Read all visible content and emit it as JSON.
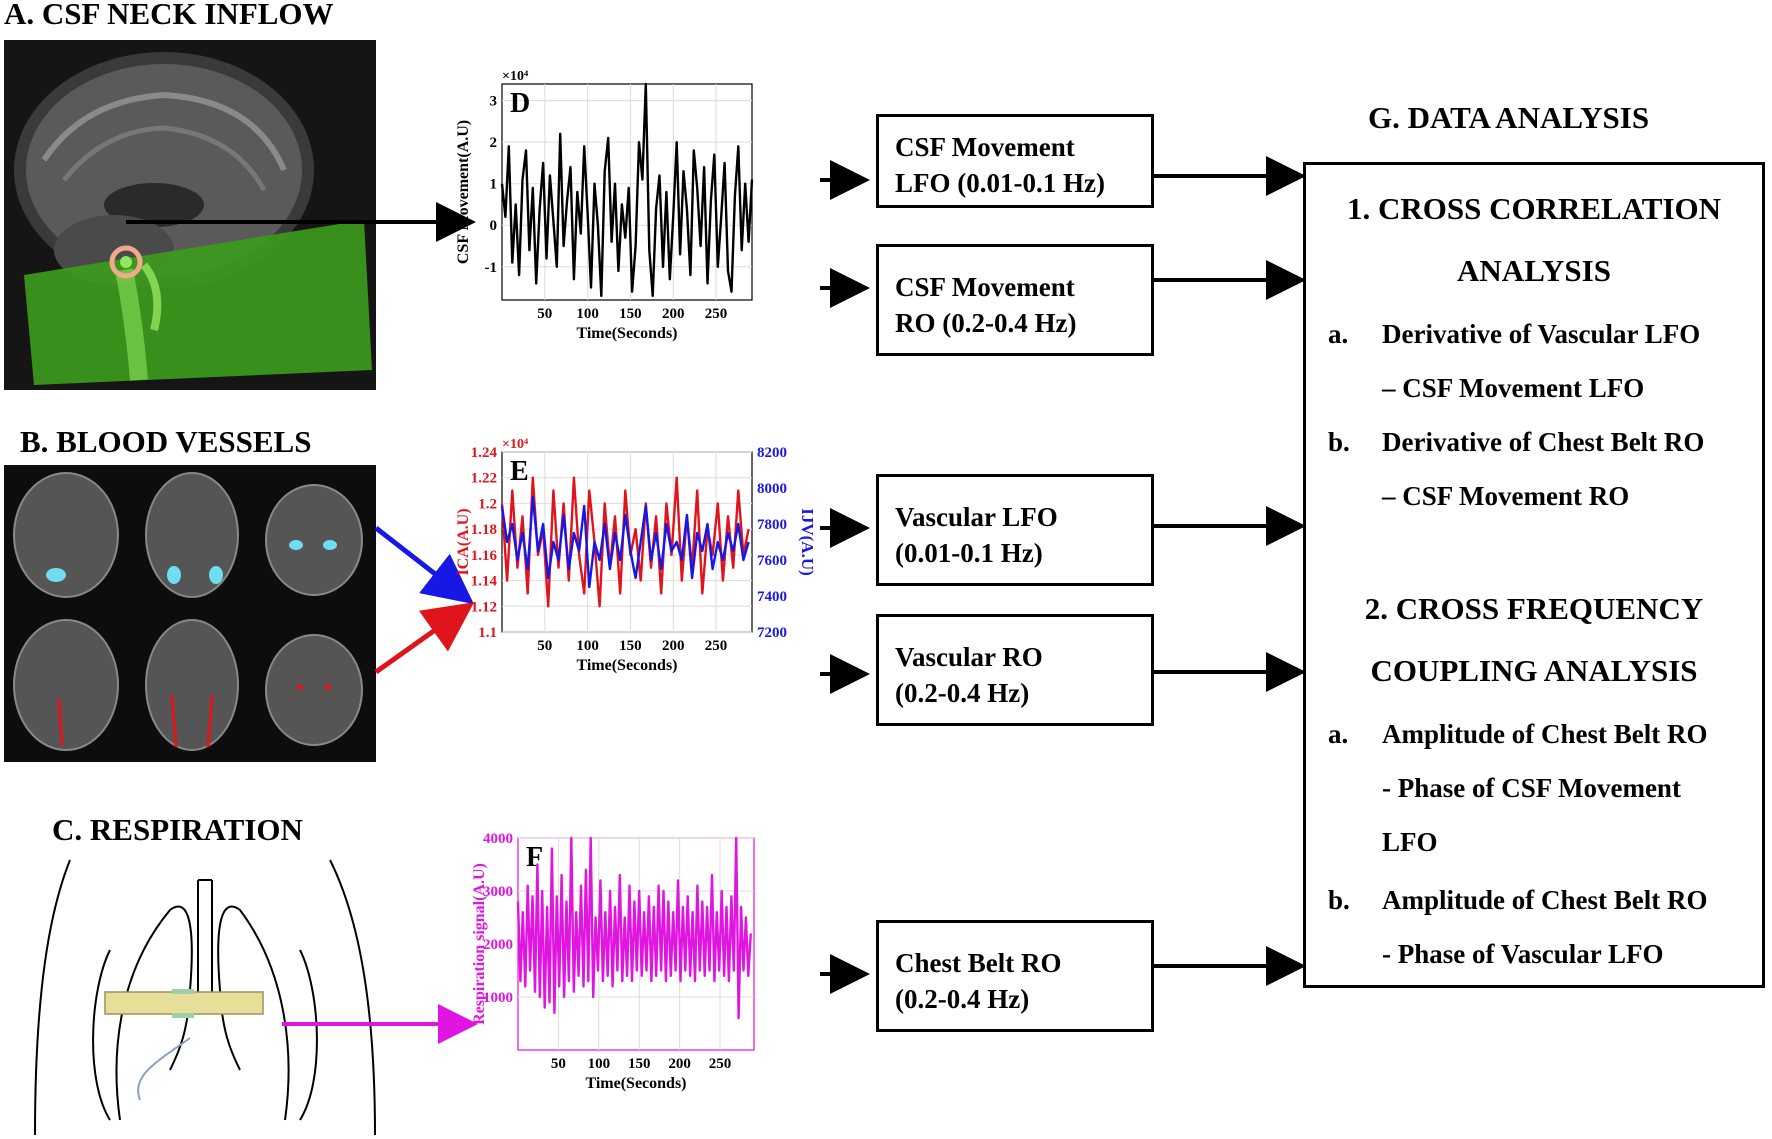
{
  "sections": {
    "a": "A. CSF NECK INFLOW",
    "b": "B. BLOOD VESSELS",
    "c": "C. RESPIRATION",
    "g": "G. DATA ANALYSIS"
  },
  "boxes": {
    "csf_lfo": [
      "CSF Movement",
      "LFO (0.01-0.1 Hz)"
    ],
    "csf_ro": [
      "CSF Movement",
      "RO (0.2-0.4 Hz)"
    ],
    "vasc_lfo": [
      "Vascular LFO",
      "(0.01-0.1 Hz)"
    ],
    "vasc_ro": [
      "Vascular RO",
      " (0.2-0.4 Hz)"
    ],
    "chest": [
      "Chest Belt RO",
      "(0.2-0.4 Hz)"
    ]
  },
  "analysis": {
    "h1a": "1. CROSS CORRELATION",
    "h1b": "ANALYSIS",
    "a1_marker": "a.",
    "a1_line1": "Derivative of Vascular LFO",
    "a1_line2": "– CSF Movement LFO",
    "b1_marker": "b.",
    "b1_line1": "Derivative of Chest Belt RO",
    "b1_line2": "– CSF Movement RO",
    "h2a": "2. CROSS FREQUENCY",
    "h2b": "COUPLING ANALYSIS",
    "a2_marker": "a.",
    "a2_line1": "Amplitude of Chest Belt RO",
    "a2_line2": "- Phase of CSF Movement",
    "a2_line3": "LFO",
    "b2_marker": "b.",
    "b2_line1": "Amplitude of Chest Belt RO",
    "b2_line2": "- Phase of Vascular LFO"
  },
  "colors": {
    "ica": "#e0141b",
    "ijv": "#1717e6",
    "resp": "#e015e0",
    "mri_green": "#3d9a1c",
    "belt": "#e6df9a"
  },
  "chart_data": [
    {
      "id": "D",
      "type": "line",
      "panel_label": "D",
      "ylabel": "CSF Movement(A.U)",
      "xlabel": "Time(Seconds)",
      "exponent": "×10⁴",
      "xlim": [
        0,
        292
      ],
      "ylim": [
        -1.8,
        3.4
      ],
      "xticks": [
        50,
        100,
        150,
        200,
        250
      ],
      "yticks": [
        -1,
        0,
        1,
        2,
        3
      ],
      "series": [
        {
          "color": "#000000",
          "x": [
            0,
            4,
            8,
            12,
            16,
            20,
            24,
            28,
            32,
            36,
            40,
            44,
            48,
            52,
            56,
            60,
            64,
            68,
            72,
            76,
            80,
            84,
            88,
            92,
            96,
            100,
            104,
            108,
            112,
            116,
            120,
            124,
            128,
            132,
            136,
            140,
            144,
            148,
            152,
            156,
            160,
            164,
            168,
            172,
            176,
            180,
            184,
            188,
            192,
            196,
            200,
            204,
            208,
            212,
            216,
            220,
            224,
            228,
            232,
            236,
            240,
            244,
            248,
            252,
            256,
            260,
            264,
            268,
            272,
            276,
            280,
            284,
            288,
            292
          ],
          "values": [
            1.0,
            0.2,
            1.9,
            -0.9,
            0.5,
            -1.2,
            1.1,
            1.8,
            -0.6,
            0.9,
            -1.4,
            0.4,
            1.5,
            -0.8,
            1.2,
            0.1,
            -1.0,
            2.2,
            -0.5,
            0.6,
            1.4,
            -1.3,
            0.8,
            -0.2,
            1.9,
            0.3,
            -1.5,
            1.0,
            0.0,
            -1.7,
            1.3,
            2.1,
            -0.4,
            1.0,
            -1.1,
            0.5,
            -0.3,
            0.9,
            -1.6,
            -0.5,
            2.0,
            1.1,
            3.4,
            -0.6,
            -1.7,
            0.4,
            1.2,
            -1.0,
            0.8,
            -1.3,
            0.2,
            2.0,
            -0.7,
            1.3,
            0.4,
            -1.2,
            1.8,
            0.9,
            -0.5,
            1.4,
            -1.4,
            0.6,
            1.7,
            -1.0,
            0.2,
            1.5,
            -1.1,
            -1.6,
            0.7,
            1.9,
            -0.6,
            1.0,
            -0.4,
            1.1
          ]
        }
      ]
    },
    {
      "id": "E",
      "type": "line",
      "panel_label": "E",
      "ylabel": "ICA(A.U)",
      "ylabel_right": "IJV(A.U)",
      "xlabel": "Time(Seconds)",
      "exponent": "×10⁴",
      "xlim": [
        0,
        292
      ],
      "ylim": [
        1.1,
        1.24
      ],
      "ylim_right": [
        7200,
        8200
      ],
      "xticks": [
        50,
        100,
        150,
        200,
        250
      ],
      "yticks": [
        1.1,
        1.12,
        1.14,
        1.16,
        1.18,
        1.2,
        1.22,
        1.24
      ],
      "yticks_right": [
        7200,
        7400,
        7600,
        7800,
        8000,
        8200
      ],
      "series": [
        {
          "name": "ICA",
          "color": "#e0141b",
          "x": [
            0,
            6,
            12,
            18,
            24,
            30,
            36,
            42,
            48,
            54,
            60,
            66,
            72,
            78,
            84,
            90,
            96,
            102,
            108,
            114,
            120,
            126,
            132,
            138,
            144,
            150,
            156,
            162,
            168,
            174,
            180,
            186,
            192,
            198,
            204,
            210,
            216,
            222,
            228,
            234,
            240,
            246,
            252,
            258,
            264,
            270,
            276,
            282,
            288
          ],
          "values": [
            1.2,
            1.14,
            1.21,
            1.15,
            1.19,
            1.13,
            1.22,
            1.16,
            1.18,
            1.12,
            1.21,
            1.15,
            1.2,
            1.14,
            1.22,
            1.16,
            1.13,
            1.21,
            1.17,
            1.12,
            1.2,
            1.15,
            1.19,
            1.13,
            1.21,
            1.16,
            1.18,
            1.14,
            1.2,
            1.15,
            1.19,
            1.13,
            1.2,
            1.16,
            1.22,
            1.14,
            1.19,
            1.15,
            1.21,
            1.13,
            1.18,
            1.16,
            1.2,
            1.14,
            1.19,
            1.15,
            1.21,
            1.16,
            1.18
          ]
        },
        {
          "name": "IJV",
          "color": "#1717e6",
          "x": [
            0,
            6,
            12,
            18,
            24,
            30,
            36,
            42,
            48,
            54,
            60,
            66,
            72,
            78,
            84,
            90,
            96,
            102,
            108,
            114,
            120,
            126,
            132,
            138,
            144,
            150,
            156,
            162,
            168,
            174,
            180,
            186,
            192,
            198,
            204,
            210,
            216,
            222,
            228,
            234,
            240,
            246,
            252,
            258,
            264,
            270,
            276,
            282,
            288
          ],
          "values": [
            7900,
            7700,
            7800,
            7600,
            7750,
            7550,
            7950,
            7650,
            7800,
            7500,
            7700,
            7600,
            7850,
            7550,
            7750,
            7650,
            7900,
            7450,
            7700,
            7600,
            7800,
            7550,
            7750,
            7600,
            7850,
            7650,
            7500,
            7700,
            7900,
            7600,
            7750,
            7550,
            7800,
            7650,
            7700,
            7600,
            7850,
            7500,
            7750,
            7650,
            7800,
            7550,
            7700,
            7600,
            7750,
            7650,
            7800,
            7600,
            7700
          ]
        }
      ]
    },
    {
      "id": "F",
      "type": "line",
      "panel_label": "F",
      "ylabel": "Respiration signal(A.U)",
      "xlabel": "Time(Seconds)",
      "xlim": [
        0,
        292
      ],
      "ylim": [
        0,
        4000
      ],
      "xticks": [
        50,
        100,
        150,
        200,
        250
      ],
      "yticks": [
        1000,
        2000,
        3000,
        4000
      ],
      "series": [
        {
          "color": "#e015e0",
          "x": [
            0,
            3,
            6,
            9,
            12,
            15,
            18,
            21,
            24,
            27,
            30,
            33,
            36,
            39,
            42,
            45,
            48,
            51,
            54,
            57,
            60,
            63,
            66,
            69,
            72,
            75,
            78,
            81,
            84,
            87,
            90,
            93,
            96,
            99,
            102,
            105,
            108,
            111,
            114,
            117,
            120,
            123,
            126,
            129,
            132,
            135,
            138,
            141,
            144,
            147,
            150,
            153,
            156,
            159,
            162,
            165,
            168,
            171,
            174,
            177,
            180,
            183,
            186,
            189,
            192,
            195,
            198,
            201,
            204,
            207,
            210,
            213,
            216,
            219,
            222,
            225,
            228,
            231,
            234,
            237,
            240,
            243,
            246,
            249,
            252,
            255,
            258,
            261,
            264,
            267,
            270,
            273,
            276,
            279,
            282,
            285,
            288
          ],
          "values": [
            2800,
            1300,
            2600,
            1200,
            3100,
            1500,
            2900,
            1100,
            3500,
            1000,
            3000,
            800,
            2700,
            900,
            3800,
            700,
            2900,
            1200,
            3300,
            1000,
            2800,
            1300,
            4000,
            1100,
            2600,
            1400,
            3100,
            1200,
            3400,
            1300,
            4000,
            1000,
            2500,
            1500,
            3200,
            1300,
            2600,
            1400,
            3000,
            1200,
            2700,
            1500,
            3300,
            1300,
            2500,
            1400,
            3100,
            1300,
            2800,
            1500,
            3000,
            1400,
            2600,
            1500,
            2900,
            1300,
            2700,
            1400,
            3100,
            1500,
            3000,
            1300,
            2800,
            1400,
            2600,
            1500,
            3200,
            1300,
            2700,
            1500,
            2900,
            1400,
            2600,
            1300,
            3100,
            1500,
            2800,
            1400,
            2700,
            1500,
            3300,
            1300,
            2600,
            1500,
            3000,
            1400,
            2700,
            1300,
            2900,
            1500,
            4000,
            600,
            2700,
            1500,
            2500,
            1400,
            2200
          ]
        }
      ]
    }
  ]
}
